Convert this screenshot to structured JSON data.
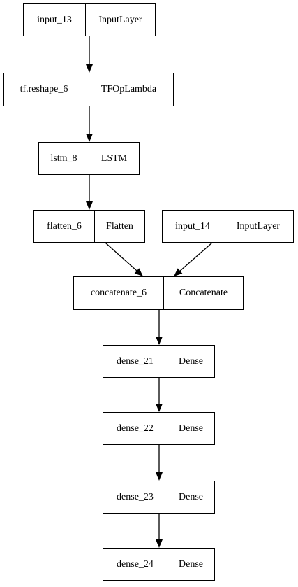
{
  "nodes": [
    {
      "id": "input_13",
      "name": "input_13",
      "type": "InputLayer"
    },
    {
      "id": "tf_reshape_6",
      "name": "tf.reshape_6",
      "type": "TFOpLambda"
    },
    {
      "id": "lstm_8",
      "name": "lstm_8",
      "type": "LSTM"
    },
    {
      "id": "flatten_6",
      "name": "flatten_6",
      "type": "Flatten"
    },
    {
      "id": "input_14",
      "name": "input_14",
      "type": "InputLayer"
    },
    {
      "id": "concatenate_6",
      "name": "concatenate_6",
      "type": "Concatenate"
    },
    {
      "id": "dense_21",
      "name": "dense_21",
      "type": "Dense"
    },
    {
      "id": "dense_22",
      "name": "dense_22",
      "type": "Dense"
    },
    {
      "id": "dense_23",
      "name": "dense_23",
      "type": "Dense"
    },
    {
      "id": "dense_24",
      "name": "dense_24",
      "type": "Dense"
    }
  ],
  "edges": [
    {
      "from": "input_13",
      "to": "tf_reshape_6"
    },
    {
      "from": "tf_reshape_6",
      "to": "lstm_8"
    },
    {
      "from": "lstm_8",
      "to": "flatten_6"
    },
    {
      "from": "flatten_6",
      "to": "concatenate_6"
    },
    {
      "from": "input_14",
      "to": "concatenate_6"
    },
    {
      "from": "concatenate_6",
      "to": "dense_21"
    },
    {
      "from": "dense_21",
      "to": "dense_22"
    },
    {
      "from": "dense_22",
      "to": "dense_23"
    },
    {
      "from": "dense_23",
      "to": "dense_24"
    }
  ]
}
